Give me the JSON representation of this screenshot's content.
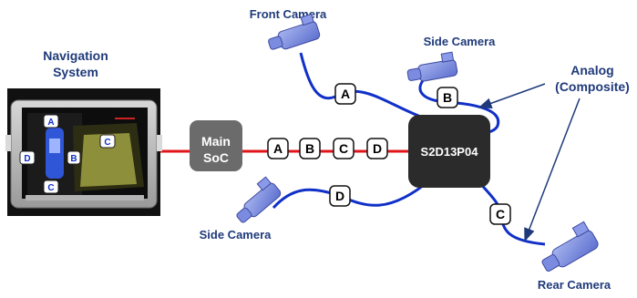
{
  "title": "Navigation\nSystem",
  "title_lines": [
    "Navigation",
    "System"
  ],
  "main_soc": [
    "Main",
    "SoC"
  ],
  "chip": "S2D13P04",
  "cameras": {
    "front": "Front Camera",
    "side_top": "Side Camera",
    "side_bottom": "Side Camera",
    "rear": "Rear Camera"
  },
  "analog_lines": [
    "Analog",
    "(Composite)"
  ],
  "bus_labels": [
    "A",
    "B",
    "C",
    "D"
  ],
  "link_labels": {
    "front": "A",
    "side_top": "B",
    "side_bottom": "D",
    "rear": "C"
  },
  "screen_labels": {
    "top": "A",
    "left": "D",
    "middle": "B",
    "right": "C",
    "bottom": "C"
  },
  "colors": {
    "bus_line": "#e0151a",
    "analog_line": "#1030c8",
    "chip": "#2b2b2b",
    "soc": "#6b6b6b",
    "label_text": "#1f3a7a"
  }
}
